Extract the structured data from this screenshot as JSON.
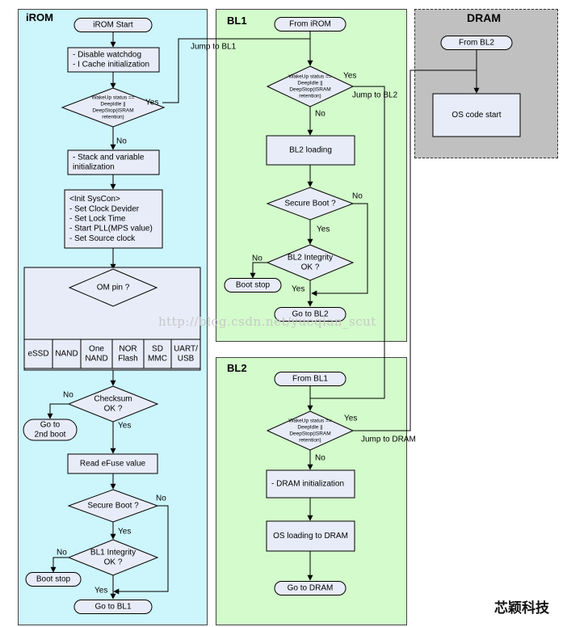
{
  "lanes": {
    "irom": "iROM",
    "bl1": "BL1",
    "bl2": "BL2",
    "dram": "DRAM"
  },
  "irom": {
    "start": "iROM Start",
    "disable": [
      "- Disable watchdog",
      "- I Cache initialization"
    ],
    "wakeup": [
      "WakeUp status ==",
      "DeepIdle ||",
      "DeepStop(iSRAM",
      "retention)"
    ],
    "wakeup_yes": "Yes",
    "wakeup_no": "No",
    "jump_bl1": "Jump to BL1",
    "stack": [
      "- Stack and variable",
      "initialization"
    ],
    "syscon": [
      "<Init SysCon>",
      "- Set Clock Devider",
      "- Set Lock Time",
      "- Start PLL(MPS value)",
      "- Set Source clock"
    ],
    "om": "OM pin ?",
    "boot_devices": [
      [
        "eSSD"
      ],
      [
        "NAND"
      ],
      [
        "One",
        "NAND"
      ],
      [
        "NOR",
        "Flash"
      ],
      [
        "SD",
        "MMC"
      ],
      [
        "UART/",
        "USB"
      ]
    ],
    "checksum": [
      "Checksum",
      "OK ?"
    ],
    "checksum_no": "No",
    "checksum_yes": "Yes",
    "goto_2nd": [
      "Go to",
      "2nd boot"
    ],
    "efuse": "Read eFuse value",
    "secure": "Secure Boot ?",
    "secure_no": "No",
    "secure_yes": "Yes",
    "integrity": [
      "BL1 Integrity",
      "OK ?"
    ],
    "integrity_no": "No",
    "integrity_yes": "Yes",
    "boot_stop": "Boot stop",
    "goto_bl1": "Go to BL1"
  },
  "bl1": {
    "from": "From iROM",
    "wakeup": [
      "WakeUp status ==",
      "DeepIdle ||",
      "DeepStop(iSRAM",
      "retention)"
    ],
    "wakeup_yes": "Yes",
    "wakeup_no": "No",
    "jump_bl2": "Jump to BL2",
    "loading": "BL2 loading",
    "secure": "Secure Boot ?",
    "secure_no": "No",
    "secure_yes": "Yes",
    "integrity": [
      "BL2 Integrity",
      "OK ?"
    ],
    "integrity_no": "No",
    "integrity_yes": "Yes",
    "boot_stop": "Boot stop",
    "goto_bl2": "Go to BL2"
  },
  "bl2": {
    "from": "From BL1",
    "wakeup": [
      "WakeUp status ==",
      "DeepIdle ||",
      "DeepStop(iSRAM",
      "retention)"
    ],
    "wakeup_yes": "Yes",
    "wakeup_no": "No",
    "jump_dram": "Jump to DRAM",
    "dram_init": "- DRAM initialization",
    "os_loading": "OS loading to DRAM",
    "goto_dram": "Go to DRAM"
  },
  "dram": {
    "from": "From BL2",
    "os_start": "OS code start"
  },
  "watermark": "http://blog.csdn.net/yueqian_scut",
  "brand": "芯颖科技",
  "colors": {
    "irom_lane": "#ccf5fc",
    "bl_lane": "#d3fbcb",
    "dram_lane": "#c0c0c0",
    "box_fill": "#e8ecf8",
    "stroke": "#000000"
  }
}
